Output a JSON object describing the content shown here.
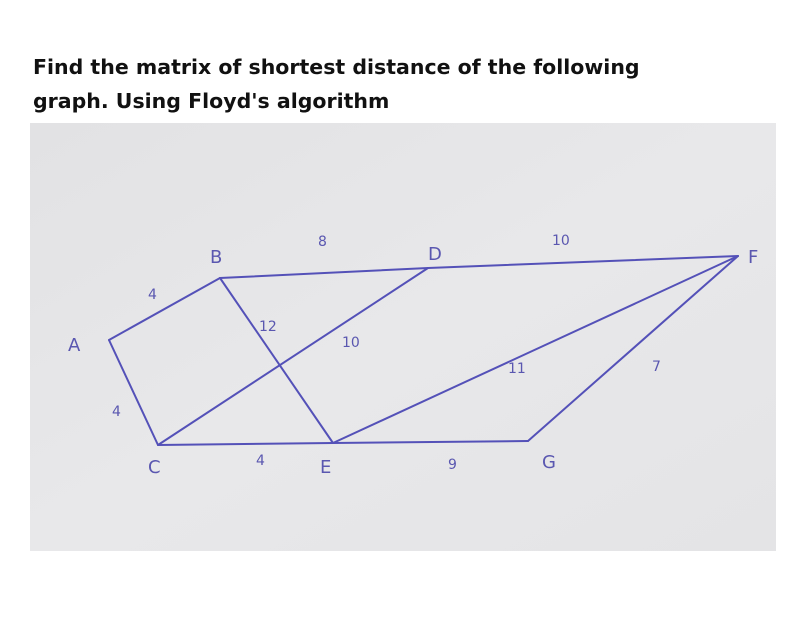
{
  "question": {
    "line1": "Find the matrix of shortest distance of the following",
    "line2": "graph. Using Floyd's algorithm"
  },
  "graph": {
    "nodes": {
      "A": "A",
      "B": "B",
      "C": "C",
      "D": "D",
      "E": "E",
      "F": "F",
      "G": "G"
    },
    "weights": {
      "A_B": "4",
      "A_C": "4",
      "B_D": "8",
      "D_F": "10",
      "B_E": "12",
      "C_D": "10",
      "C_E": "4",
      "E_G": "9",
      "E_F": "11",
      "F_G": "7"
    }
  },
  "colors": {
    "background": "#e6e6e6",
    "ink": "#5451b8"
  }
}
